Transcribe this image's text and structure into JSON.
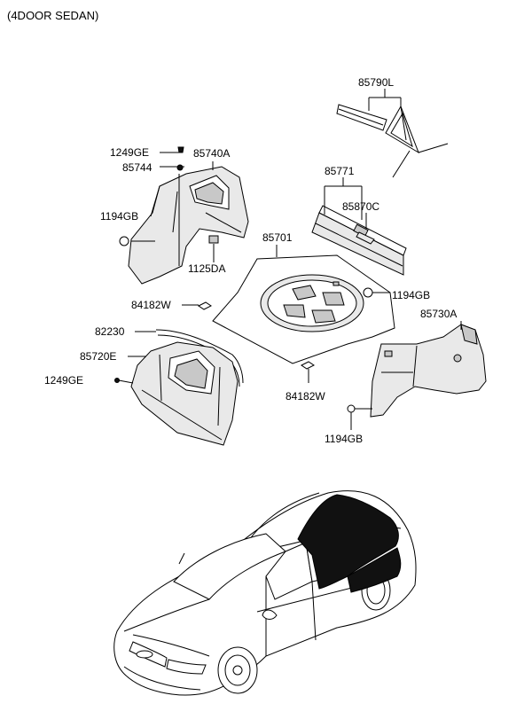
{
  "title": "(4DOOR SEDAN)",
  "labels": {
    "p85790L": "85790L",
    "p85771": "85771",
    "p85870C": "85870C",
    "p1249GE_top": "1249GE",
    "p85740A": "85740A",
    "p85744": "85744",
    "p1194GB_left": "1194GB",
    "p1125DA": "1125DA",
    "p85701": "85701",
    "p1194GB_mid": "1194GB",
    "p84182W_left": "84182W",
    "p82230": "82230",
    "p85720E": "85720E",
    "p1249GE_bottom": "1249GE",
    "p85730A": "85730A",
    "p84182W_bottom": "84182W",
    "p1194GB_bottom": "1194GB"
  }
}
